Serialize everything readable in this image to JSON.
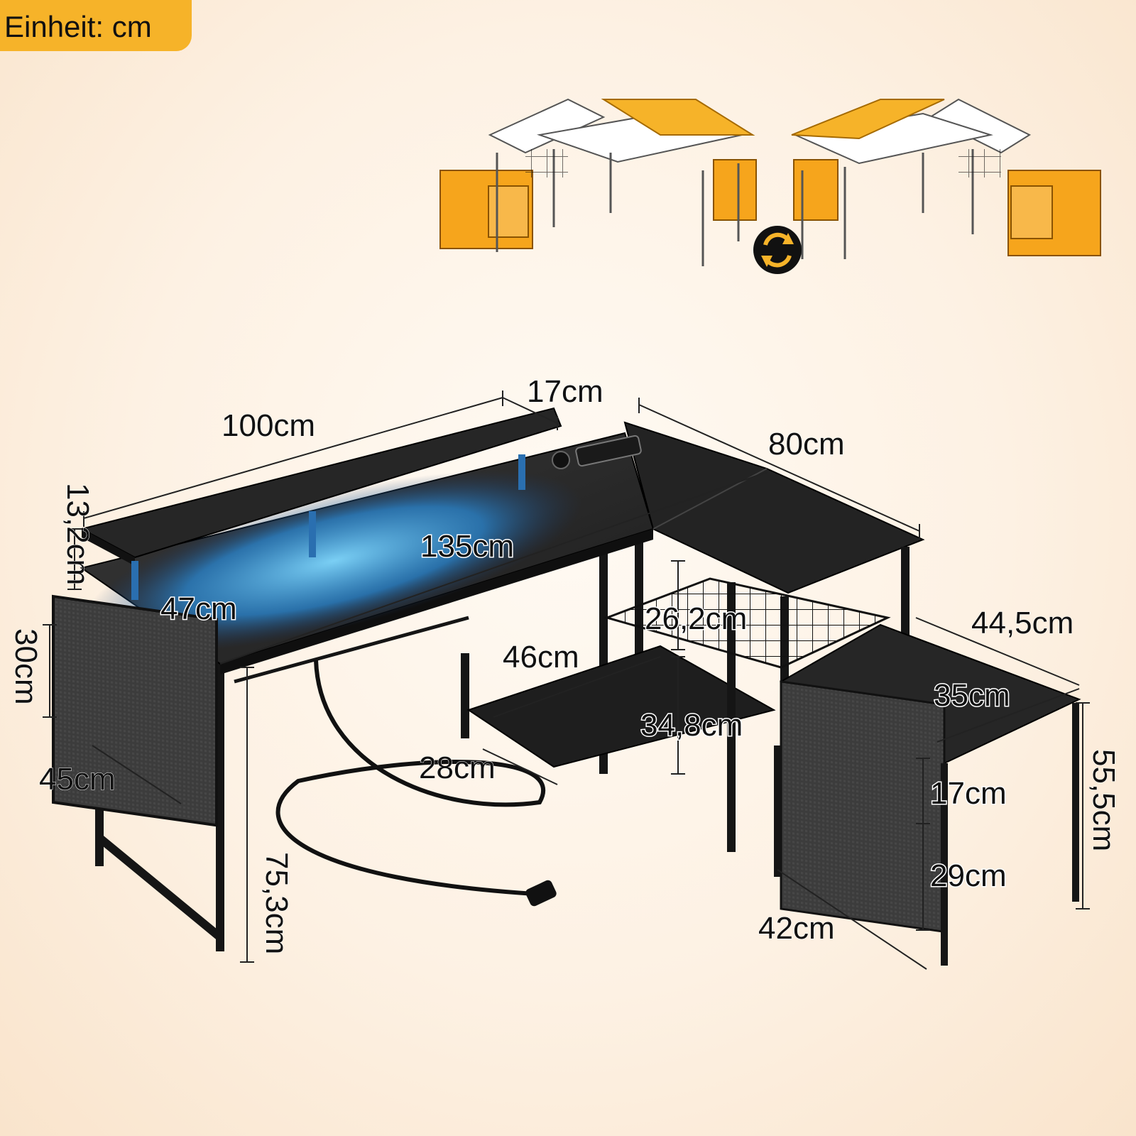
{
  "unit_label": "Einheit: cm",
  "dimensions": {
    "width_desk": "100cm",
    "shelf_depth": "17cm",
    "return_length": "80cm",
    "riser_height": "13,2cm",
    "total_length": "135cm",
    "desk_depth": "47cm",
    "bag_height": "30cm",
    "bag_width": "45cm",
    "shelf_width": "46cm",
    "upper_shelf_height": "26,2cm",
    "lower_shelf_height": "34,8cm",
    "shelf_depth_lower": "28cm",
    "desk_height": "75,3cm",
    "cabinet_depth": "44,5cm",
    "cabinet_top": "35cm",
    "drawer_top": "17cm",
    "drawer_bottom": "29cm",
    "cabinet_height": "55,5cm",
    "cabinet_width": "42cm"
  },
  "colors": {
    "accent": "#f6b329",
    "desk": "#2a2a2a",
    "led": "#3fb6ff",
    "frame": "#1a1a1a"
  },
  "icons": {
    "rotate": "rotate-icon"
  }
}
